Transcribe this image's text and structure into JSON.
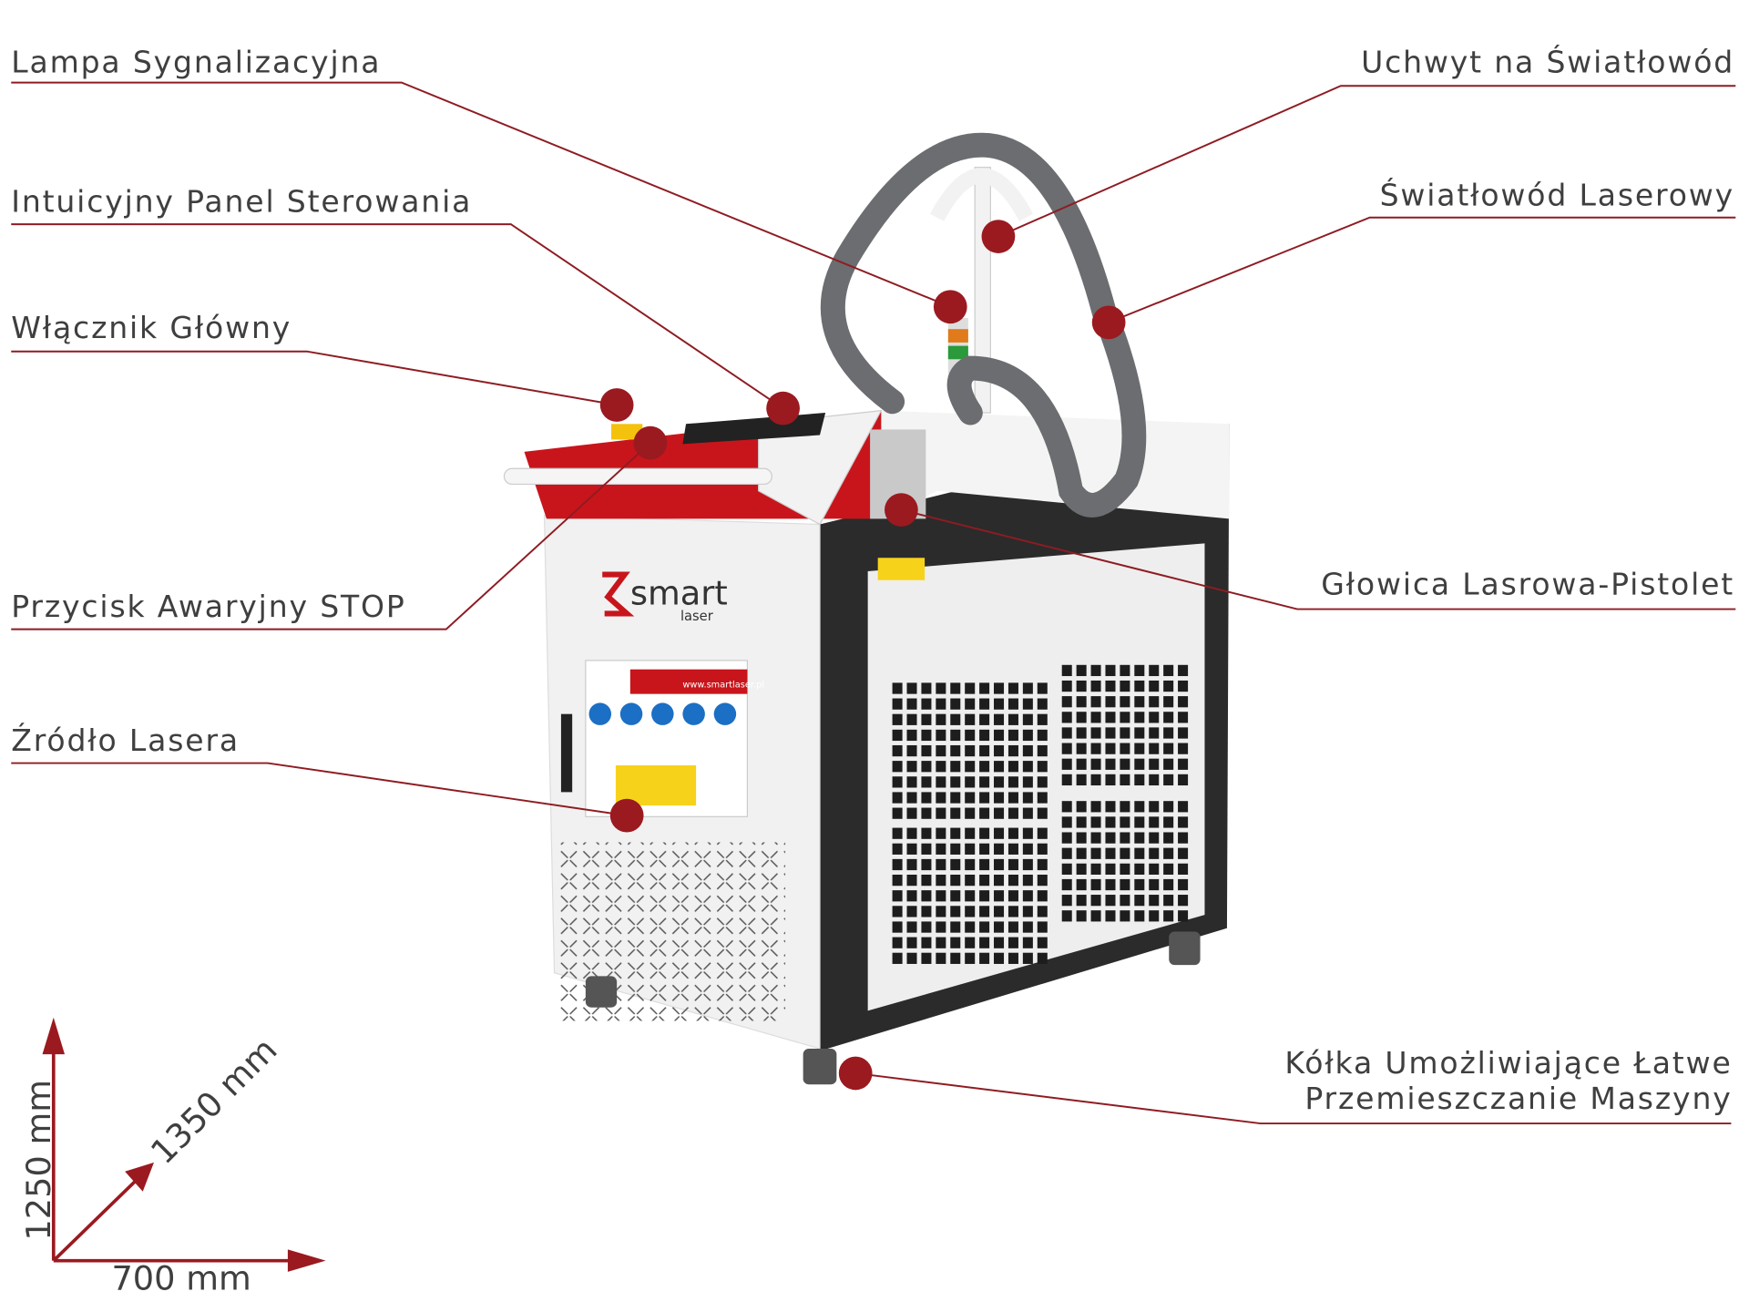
{
  "labels": {
    "lampa": "Lampa Sygnalizacyjna",
    "panel": "Intuicyjny Panel Sterowania",
    "wlacznik": "Włącznik Główny",
    "stop": "Przycisk Awaryjny STOP",
    "zrodlo": "Źródło Lasera",
    "uchwyt": "Uchwyt na Światłowód",
    "swiatlowod": "Światłowód Laserowy",
    "glowica": "Głowica Lasrowa-Pistolet",
    "kolka_line1": "Kółka Umożliwiające Łatwe",
    "kolka_line2": "Przemieszczanie Maszyny"
  },
  "dimensions": {
    "height": "1250 mm",
    "width": "700 mm",
    "depth": "1350 mm"
  },
  "brand": {
    "name": "smart",
    "sub": "laser",
    "url": "www.smartlaser.pl"
  },
  "colors": {
    "accent": "#9a1a20",
    "machine_red": "#c8151b",
    "frame": "#2b2b2b"
  }
}
